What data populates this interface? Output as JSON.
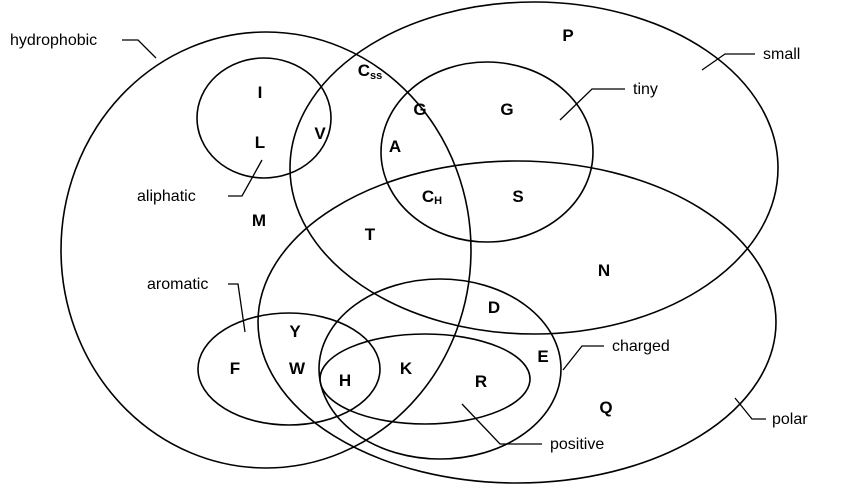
{
  "diagram": {
    "sets": {
      "hydrophobic": "hydrophobic",
      "small": "small",
      "tiny": "tiny",
      "aliphatic": "aliphatic",
      "aromatic": "aromatic",
      "polar": "polar",
      "charged": "charged",
      "positive": "positive"
    },
    "amino_acids": {
      "P": "P",
      "C_ss": {
        "base": "C",
        "sub": "ss"
      },
      "I": "I",
      "L": "L",
      "V": "V",
      "G_hydrophobic": "G",
      "G_small": "G",
      "A": "A",
      "C_H": {
        "base": "C",
        "sub": "H"
      },
      "S": "S",
      "M": "M",
      "T": "T",
      "N": "N",
      "D": "D",
      "Y": "Y",
      "E": "E",
      "F": "F",
      "W": "W",
      "H": "H",
      "K": "K",
      "R": "R",
      "Q": "Q"
    }
  }
}
